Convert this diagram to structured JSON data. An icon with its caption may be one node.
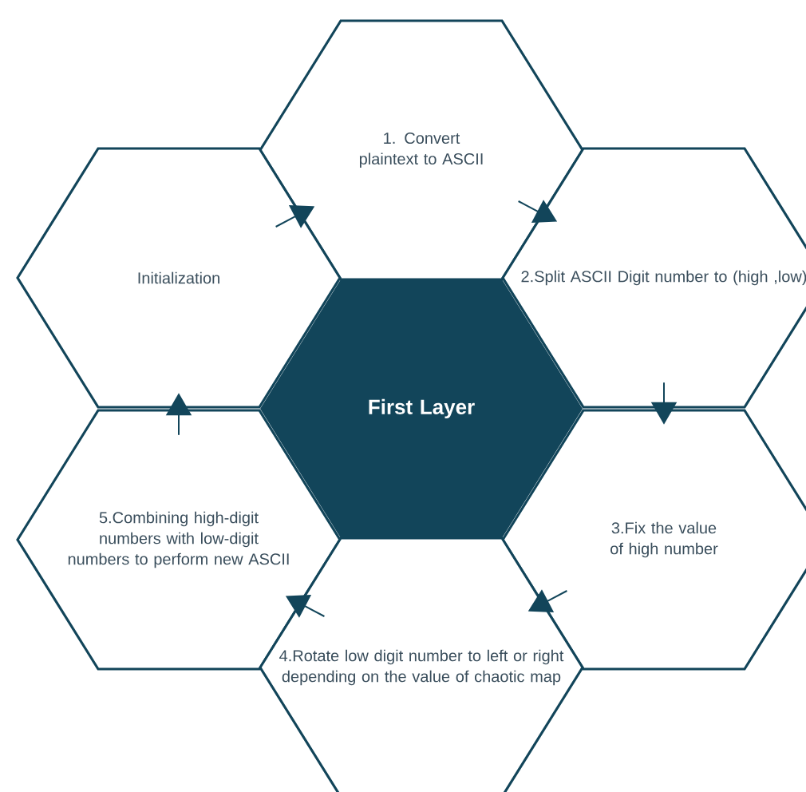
{
  "diagram": {
    "nodes": [
      {
        "text": [
          "1. Convert plaintext to ASCII"
        ]
      },
      {
        "text": [
          "Initialization"
        ]
      },
      {
        "text": [
          "2.Split ASCII Digit number to (high ,low)"
        ]
      },
      {
        "text": [
          "First Layer"
        ]
      },
      {
        "text": [
          "5.Combining high-digit numbers with low-digit numbers to perform new ASCII"
        ]
      },
      {
        "text": [
          "3.Fix the value of high number"
        ]
      },
      {
        "text": [
          "4.Rotate low digit number to left or right depending on the value of chaotic map"
        ]
      }
    ],
    "edges": [
      {
        "from": 1,
        "to": 0,
        "arrow": "to"
      },
      {
        "from": 0,
        "to": 2,
        "arrow": "to"
      },
      {
        "from": 2,
        "to": 5,
        "arrow": "to"
      },
      {
        "from": 5,
        "to": 6,
        "arrow": "to"
      },
      {
        "from": 6,
        "to": 4,
        "arrow": "to"
      },
      {
        "from": 4,
        "to": 1,
        "arrow": "to"
      }
    ]
  }
}
